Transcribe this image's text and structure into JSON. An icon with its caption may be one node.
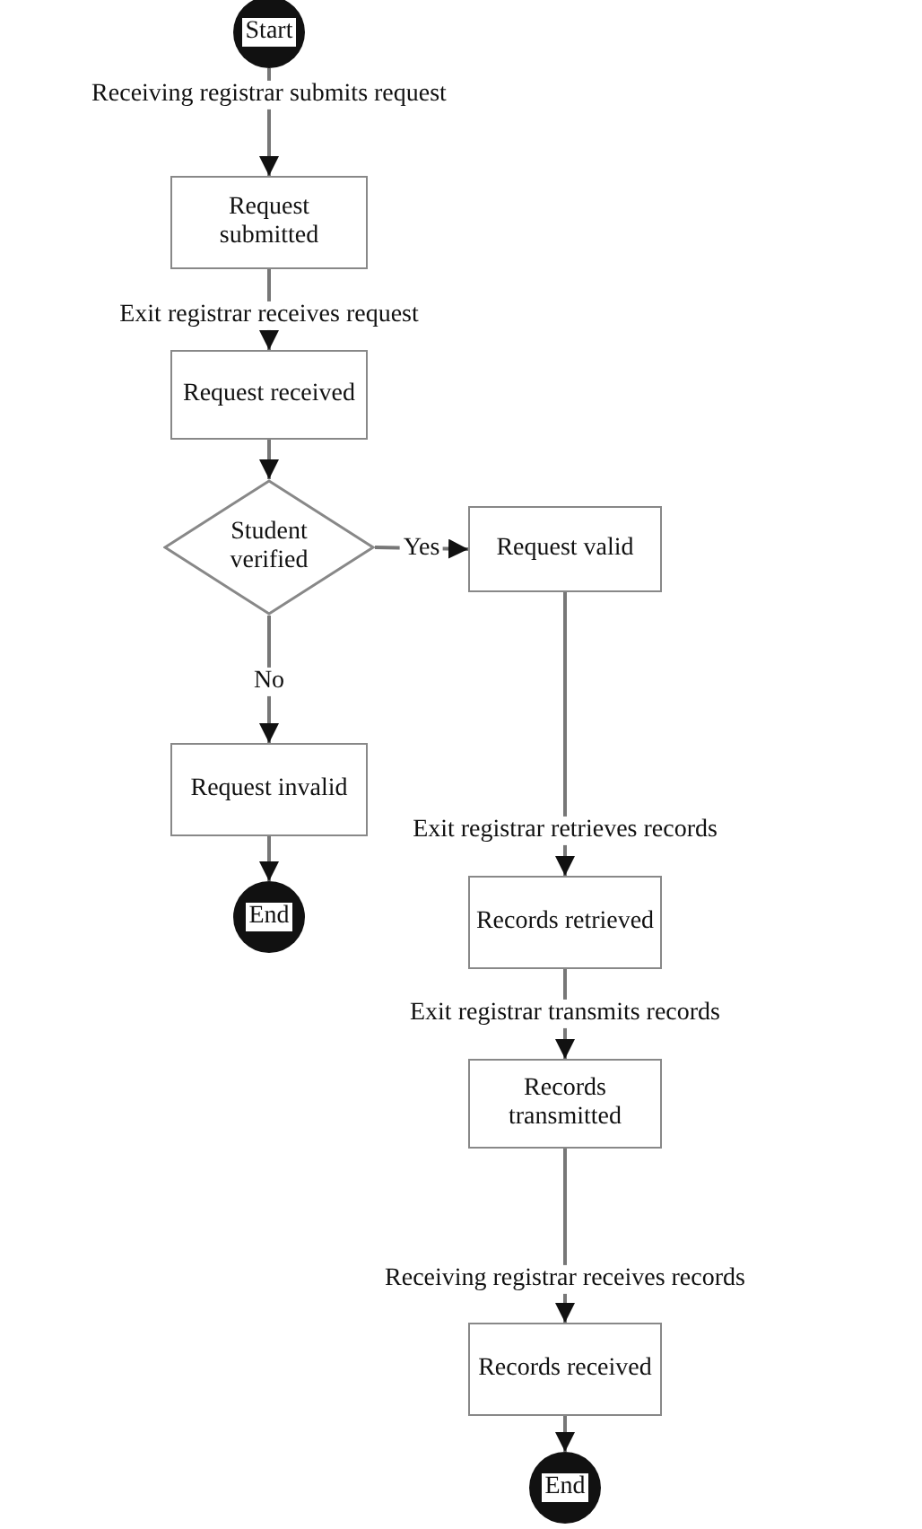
{
  "diagram": {
    "nodes": [
      {
        "text": [
          "Start"
        ]
      },
      {
        "text": [
          "Request submitted"
        ]
      },
      {
        "text": [
          "Request received"
        ]
      },
      {
        "text": [
          "Student verified"
        ]
      },
      {
        "text": [
          "Request valid"
        ]
      },
      {
        "text": [
          "Request invalid"
        ]
      },
      {
        "text": [
          "End"
        ]
      },
      {
        "text": [
          "Records retrieved"
        ]
      },
      {
        "text": [
          "Records transmitted"
        ]
      },
      {
        "text": [
          "Records received"
        ]
      },
      {
        "text": [
          "End"
        ]
      }
    ],
    "edges": [
      {
        "from": 0,
        "to": 1,
        "arrow": "to",
        "label": "Receiving registrar submits request"
      },
      {
        "from": 1,
        "to": 2,
        "arrow": "to",
        "label": "Exit registrar receives request"
      },
      {
        "from": 2,
        "to": 3,
        "arrow": "to"
      },
      {
        "from": 3,
        "to": 4,
        "arrow": "to",
        "label": "Yes"
      },
      {
        "from": 3,
        "to": 5,
        "arrow": "to",
        "label": "No"
      },
      {
        "from": 5,
        "to": 6,
        "arrow": "to"
      },
      {
        "from": 4,
        "to": 7,
        "arrow": "to",
        "label": "Exit registrar retrieves records"
      },
      {
        "from": 7,
        "to": 8,
        "arrow": "to",
        "label": "Exit registrar transmits records"
      },
      {
        "from": 8,
        "to": 9,
        "arrow": "to",
        "label": "Receiving registrar receives records"
      },
      {
        "from": 9,
        "to": 10,
        "arrow": "to"
      }
    ]
  }
}
